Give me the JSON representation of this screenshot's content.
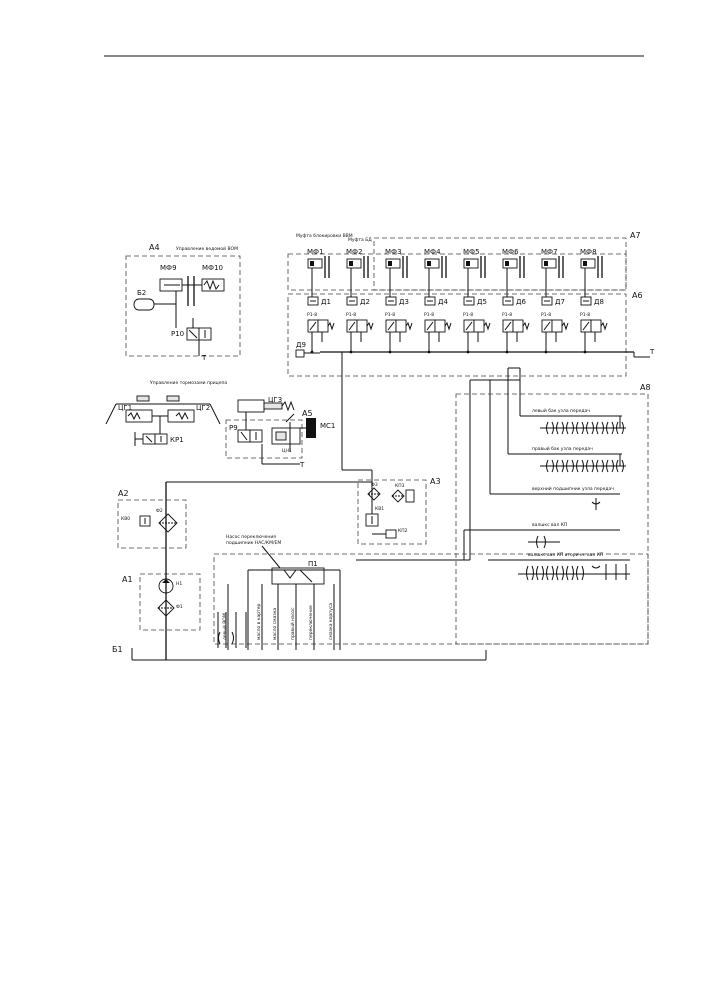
{
  "blocks": {
    "a1": "А1",
    "a2": "А2",
    "a3": "А3",
    "a4": "А4",
    "a5": "А5",
    "a6": "А6",
    "a7": "А7",
    "a8": "А8",
    "b1": "Б1"
  },
  "a4": {
    "caption": "Управление ведомой ВОМ",
    "mf9": "МФ9",
    "mf10": "МФ10",
    "b2": "Б2",
    "r10": "Р10",
    "t": "Т"
  },
  "a7": {
    "cap1": "Муфта блокировки ВВМ",
    "cap2": "Муфта БД",
    "clutches": [
      "МФ1",
      "МФ2",
      "МФ3",
      "МФ4",
      "МФ5",
      "МФ6",
      "МФ7",
      "МФ8"
    ]
  },
  "a6": {
    "sensors": [
      "Д1",
      "Д2",
      "Д3",
      "Д4",
      "Д5",
      "Д6",
      "Д7",
      "Д8"
    ],
    "valve": "Р1-8",
    "d9": "Д9",
    "t": "Т"
  },
  "brakes": {
    "caption": "Управление тормозами прицепа",
    "cg1": "ЦГ1",
    "cg2": "ЦГ2",
    "kr1": "КР1"
  },
  "a5": {
    "cg3": "ЦГ3",
    "r9": "Р9",
    "cg4": "ЦН1",
    "mc1": "МС1",
    "t": "Т"
  },
  "a3": {
    "f3": "Ф3",
    "kp3": "КП3",
    "kv1": "КВ1",
    "kp2": "КП2"
  },
  "a2": {
    "kv0": "КВ0",
    "f2": "Ф2"
  },
  "a1": {
    "n1": "Н1",
    "f1": "Ф1"
  },
  "a8": {
    "lines": [
      "левый бак узла передач",
      "правый бак узла передач",
      "верхний подшипник узла передач",
      "валшкс вал КП",
      "валшкс вал КП   вторичн. вал КП"
    ]
  },
  "pump": {
    "caption1": "Насос переключения",
    "caption2": "подшипник НАС/КМ/ЕМ",
    "p1": "П1",
    "outlets": [
      "левый ВОМ",
      "масло в картер",
      "масло смазка",
      "правый насос",
      "переключение",
      "смазка корпуса"
    ]
  }
}
